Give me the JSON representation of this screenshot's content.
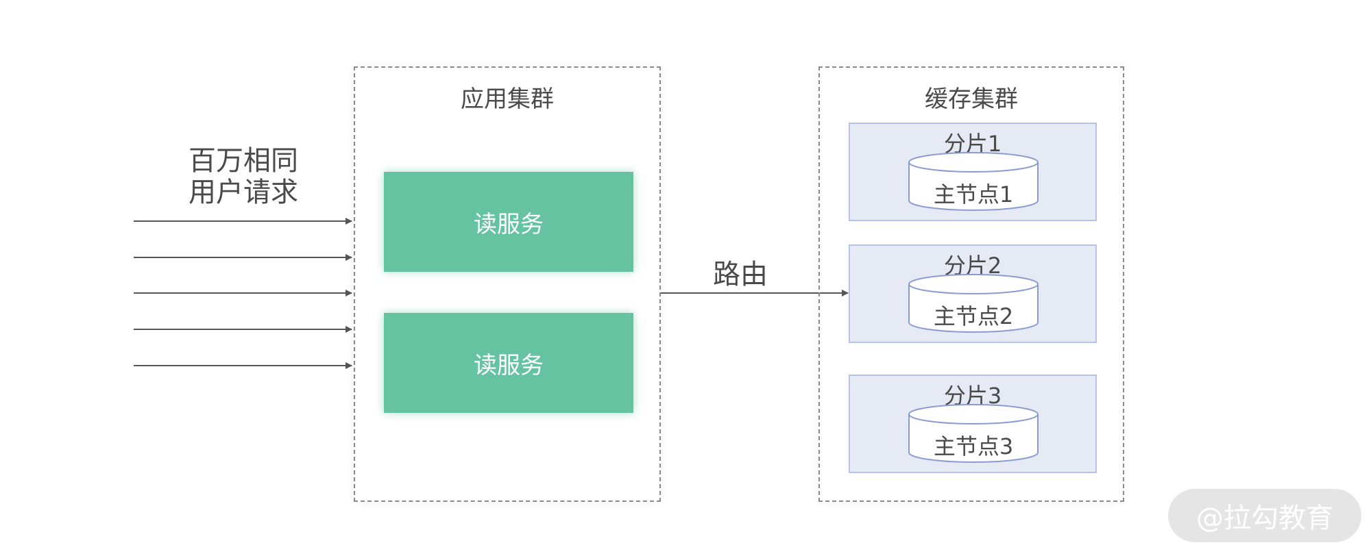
{
  "requests": {
    "line1": "百万相同",
    "line2": "用户请求"
  },
  "app_cluster": {
    "title": "应用集群",
    "services": [
      {
        "label": "读服务"
      },
      {
        "label": "读服务"
      }
    ]
  },
  "route_label": "路由",
  "cache_cluster": {
    "title": "缓存集群",
    "shards": [
      {
        "title": "分片1",
        "node": "主节点1"
      },
      {
        "title": "分片2",
        "node": "主节点2"
      },
      {
        "title": "分片3",
        "node": "主节点3"
      }
    ]
  },
  "watermark": "@拉勾教育",
  "colors": {
    "service_fill": "#66c3a2",
    "shard_fill": "#e6eaf5",
    "shard_border": "#b8c4e6",
    "arrow": "#555555",
    "dashed_border": "#8a8a8a"
  }
}
